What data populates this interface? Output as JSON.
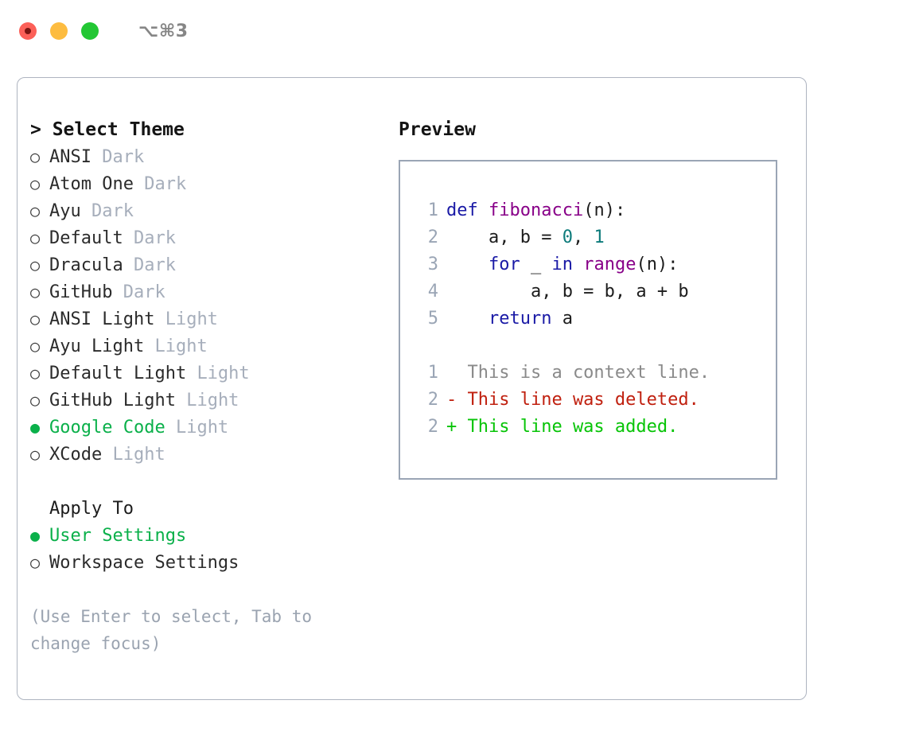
{
  "titlebar": {
    "shortcut": "⌥⌘3",
    "buttons": [
      {
        "name": "close",
        "color": "#fc6058"
      },
      {
        "name": "minimize",
        "color": "#fdbc40"
      },
      {
        "name": "maximize",
        "color": "#23c734"
      }
    ]
  },
  "theme_picker": {
    "header": "> Select Theme",
    "markers": {
      "unselected": "○",
      "selected": "●"
    },
    "items": [
      {
        "marker": "○",
        "name": "ANSI",
        "tag": "Dark",
        "selected": false
      },
      {
        "marker": "○",
        "name": "Atom One",
        "tag": "Dark",
        "selected": false
      },
      {
        "marker": "○",
        "name": "Ayu",
        "tag": "Dark",
        "selected": false
      },
      {
        "marker": "○",
        "name": "Default",
        "tag": "Dark",
        "selected": false
      },
      {
        "marker": "○",
        "name": "Dracula",
        "tag": "Dark",
        "selected": false
      },
      {
        "marker": "○",
        "name": "GitHub",
        "tag": "Dark",
        "selected": false
      },
      {
        "marker": "○",
        "name": "ANSI Light",
        "tag": "Light",
        "selected": false
      },
      {
        "marker": "○",
        "name": "Ayu Light",
        "tag": "Light",
        "selected": false
      },
      {
        "marker": "○",
        "name": "Default Light",
        "tag": "Light",
        "selected": false
      },
      {
        "marker": "○",
        "name": "GitHub Light",
        "tag": "Light",
        "selected": false
      },
      {
        "marker": "●",
        "name": "Google Code",
        "tag": "Light",
        "selected": true
      },
      {
        "marker": "○",
        "name": "XCode",
        "tag": "Light",
        "selected": false
      }
    ]
  },
  "apply_to": {
    "header": "Apply To",
    "items": [
      {
        "marker": "●",
        "name": "User Settings",
        "selected": true
      },
      {
        "marker": "○",
        "name": "Workspace Settings",
        "selected": false
      }
    ]
  },
  "hint": "(Use Enter to select, Tab to change focus)",
  "preview": {
    "title": "Preview",
    "code_lines": [
      {
        "lineno": "1",
        "tokens": [
          {
            "text": "def ",
            "type": "kw"
          },
          {
            "text": "fibonacci",
            "type": "fn"
          },
          {
            "text": "(n):",
            "type": "plain"
          }
        ]
      },
      {
        "lineno": "2",
        "tokens": [
          {
            "text": "    a, b = ",
            "type": "plain"
          },
          {
            "text": "0",
            "type": "num"
          },
          {
            "text": ", ",
            "type": "plain"
          },
          {
            "text": "1",
            "type": "num"
          }
        ]
      },
      {
        "lineno": "3",
        "tokens": [
          {
            "text": "    ",
            "type": "plain"
          },
          {
            "text": "for",
            "type": "kw"
          },
          {
            "text": " _ ",
            "type": "plain"
          },
          {
            "text": "in",
            "type": "kw"
          },
          {
            "text": " ",
            "type": "plain"
          },
          {
            "text": "range",
            "type": "fn"
          },
          {
            "text": "(n):",
            "type": "plain"
          }
        ]
      },
      {
        "lineno": "4",
        "tokens": [
          {
            "text": "        a, b = b, a + b",
            "type": "plain"
          }
        ]
      },
      {
        "lineno": "5",
        "tokens": [
          {
            "text": "    ",
            "type": "plain"
          },
          {
            "text": "return",
            "type": "kw"
          },
          {
            "text": " a",
            "type": "plain"
          }
        ]
      }
    ],
    "diff_lines": [
      {
        "lineno": "1",
        "marker": " ",
        "text": "  This is a context line.",
        "kind": "context"
      },
      {
        "lineno": "2",
        "marker": "-",
        "text": "- This line was deleted.",
        "kind": "delete"
      },
      {
        "lineno": "2",
        "marker": "+",
        "text": "+ This line was added.",
        "kind": "add"
      }
    ]
  },
  "colors": {
    "selection_green": "#0ab04a",
    "muted_tag": "#a6aebb",
    "panel_border": "#aeb4c0",
    "preview_border": "#9aa5b5",
    "keyword_blue": "#1a1aa6",
    "function_purple": "#880088",
    "number_teal": "#0d7b7b",
    "diff_delete_red": "#c0200f",
    "diff_add_green": "#07c407",
    "line_number": "#9aa5b5",
    "hint_gray": "#9aa3b0"
  }
}
